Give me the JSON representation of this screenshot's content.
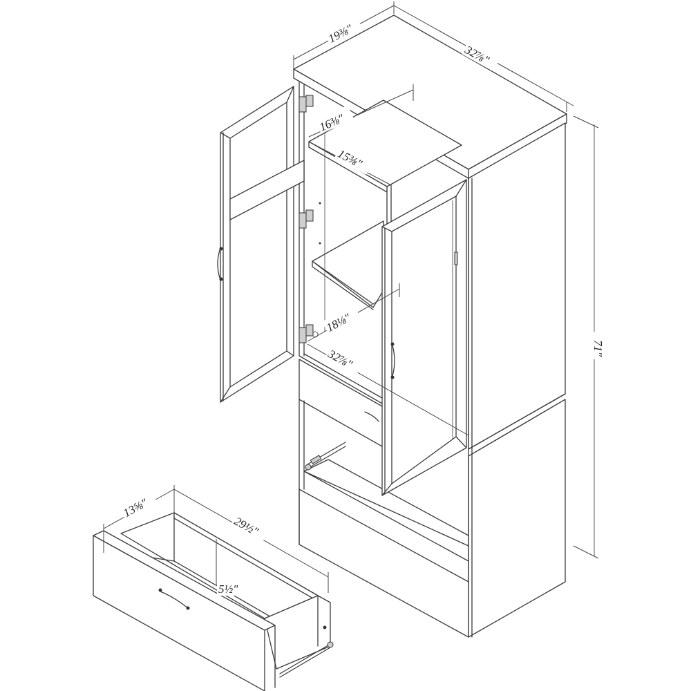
{
  "diagram": {
    "subject": "Armoire with two open doors, drawer, and removed drawer",
    "line_color": "#3a3a3a",
    "background": "#ffffff"
  },
  "dimensions": {
    "overall_depth": "19⅜\"",
    "overall_width": "32⅞\"",
    "overall_height": "71\"",
    "interior_shelf_depth": "16⅜\"",
    "interior_shelf_width": "15⅜\"",
    "interior_lower_depth": "18⅛\"",
    "interior_lower_width": "32⅞\"",
    "drawer_depth": "13⅝\"",
    "drawer_width": "29½\"",
    "drawer_height": "5½\""
  }
}
